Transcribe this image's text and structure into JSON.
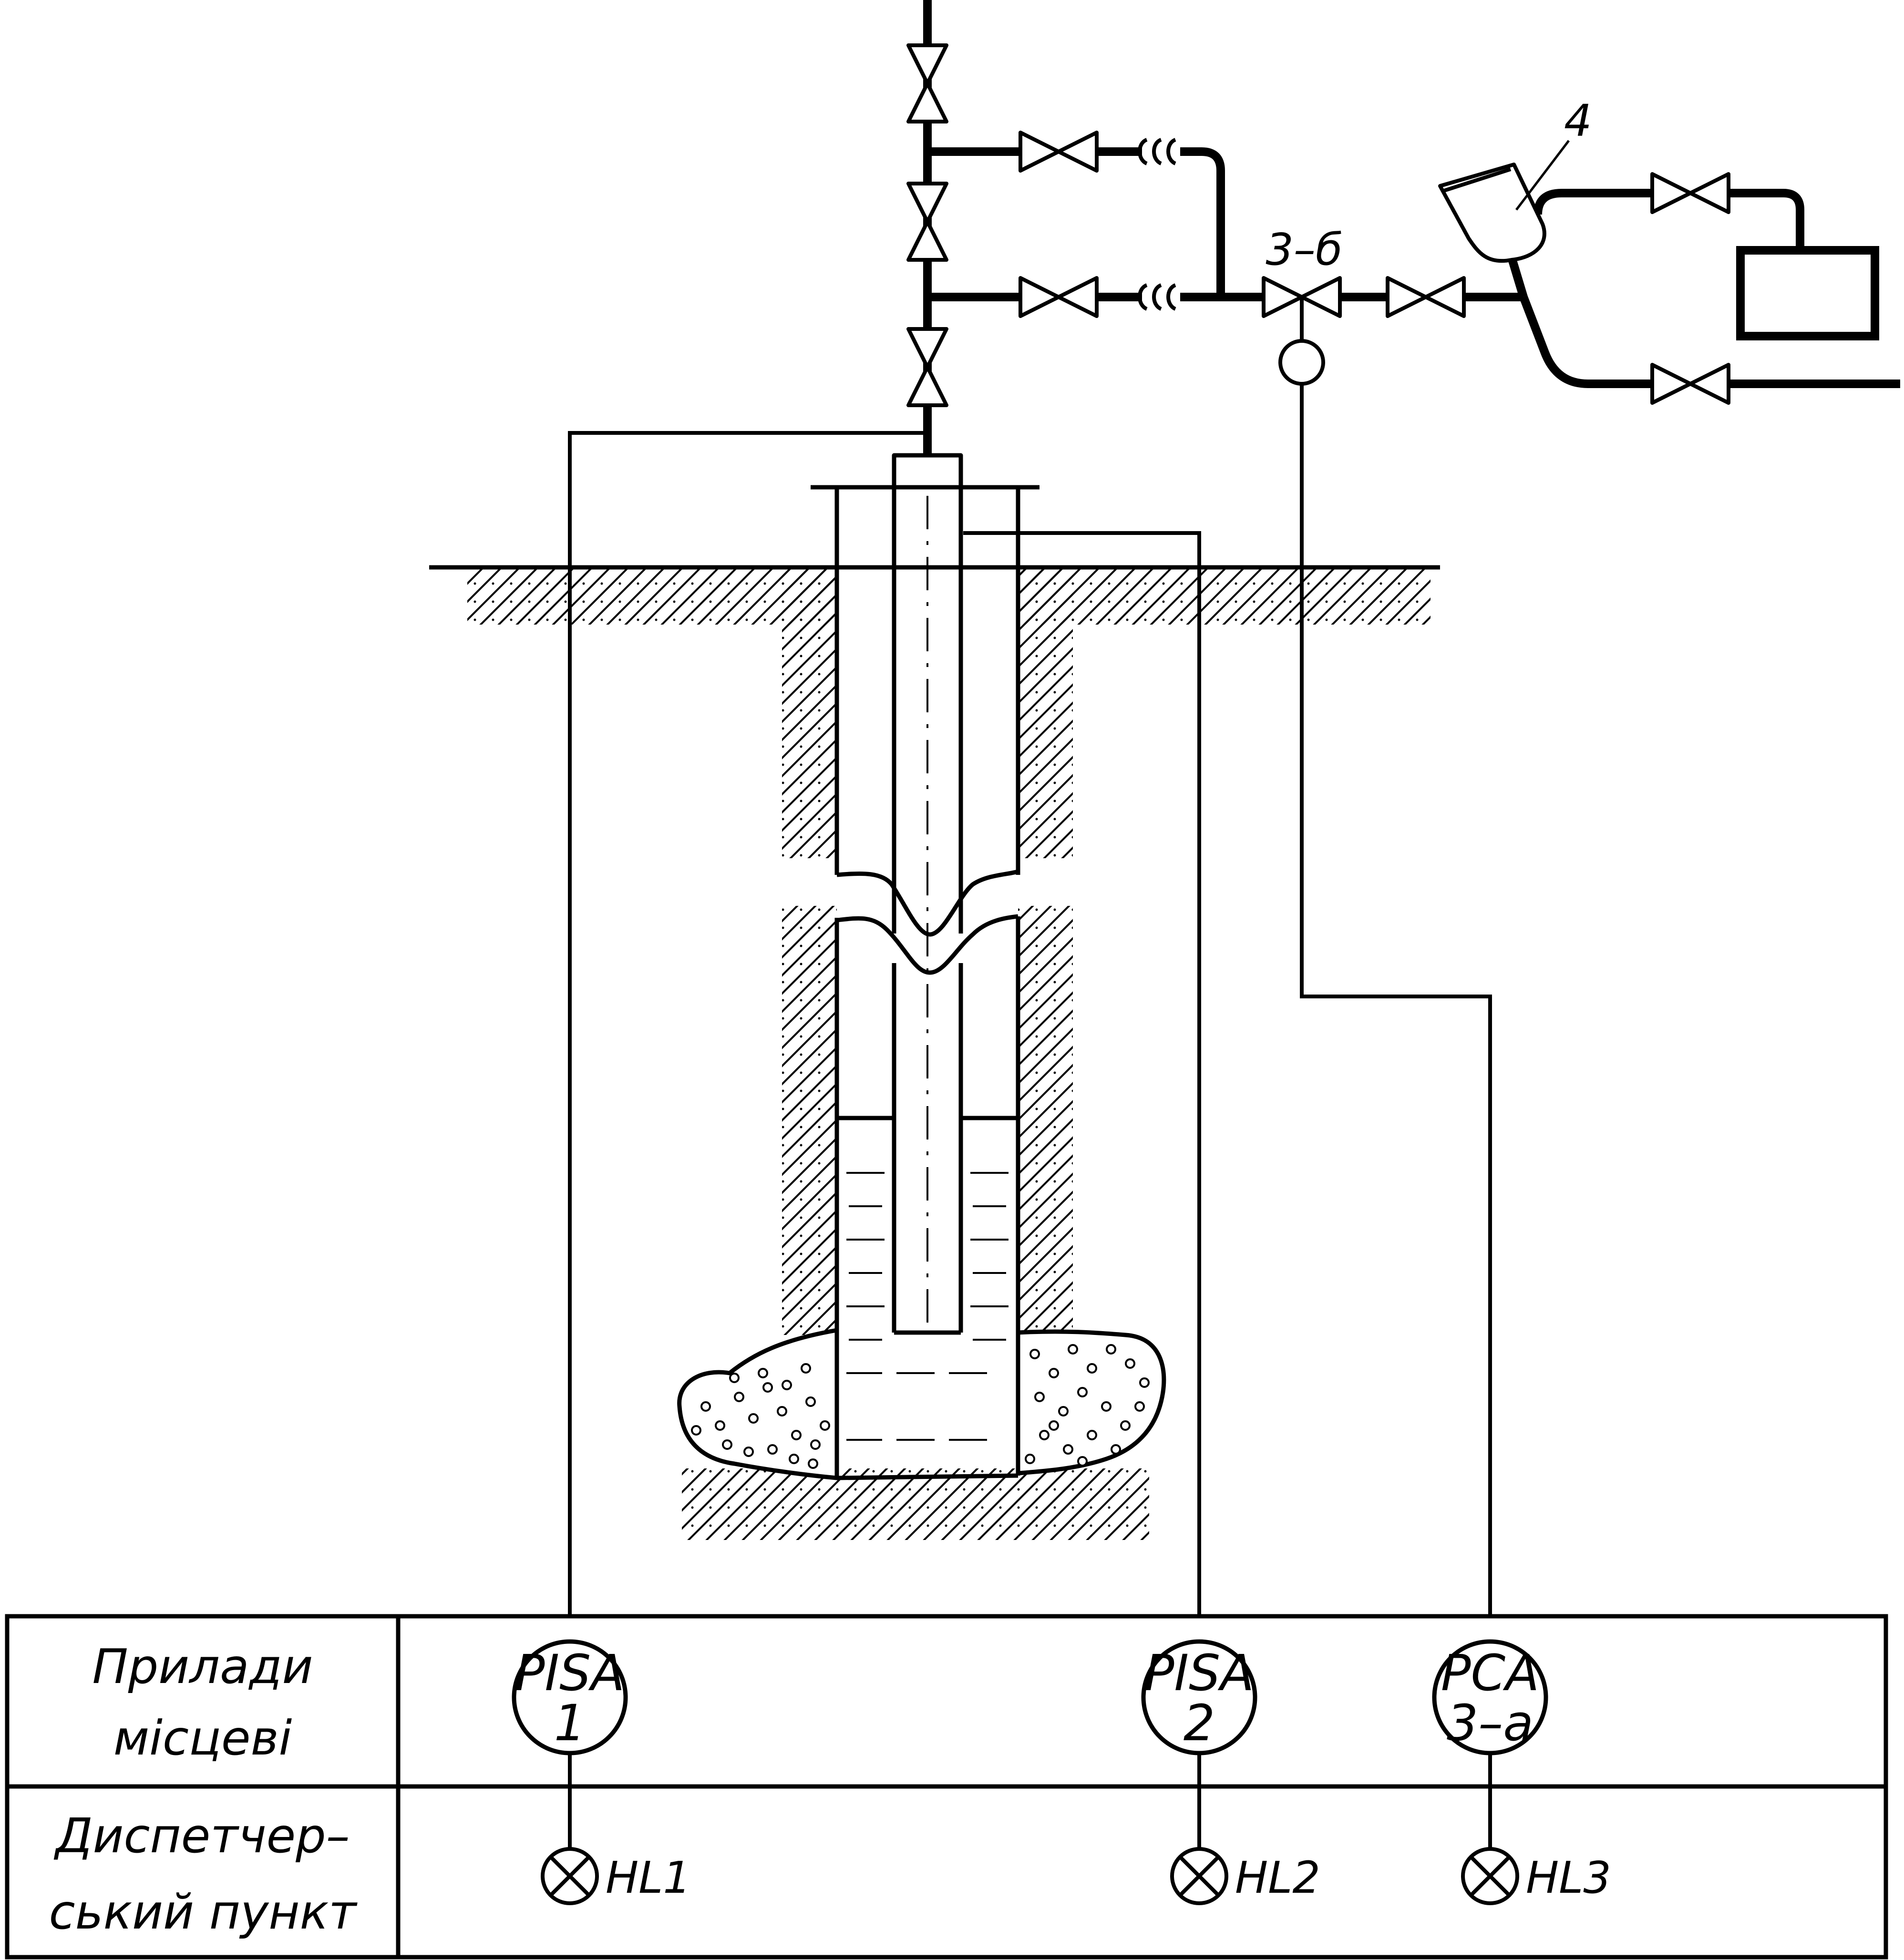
{
  "table": {
    "row1_label_line1": "Прилади",
    "row1_label_line2": "місцеві",
    "row2_label_line1": "Диспетчер–",
    "row2_label_line2": "ський пункт"
  },
  "instruments": [
    {
      "id": "pisa1",
      "line1": "PISA",
      "line2": "1"
    },
    {
      "id": "pisa2",
      "line1": "PISA",
      "line2": "2"
    },
    {
      "id": "pca3a",
      "line1": "PCA",
      "line2": "3–а"
    }
  ],
  "lamps": [
    {
      "id": "hl1",
      "label": "HL1"
    },
    {
      "id": "hl2",
      "label": "HL2"
    },
    {
      "id": "hl3",
      "label": "HL3"
    }
  ],
  "labels": {
    "valve_3b": "3–б",
    "item_4": "4"
  },
  "colors": {
    "line": "#000000",
    "background": "#ffffff"
  }
}
